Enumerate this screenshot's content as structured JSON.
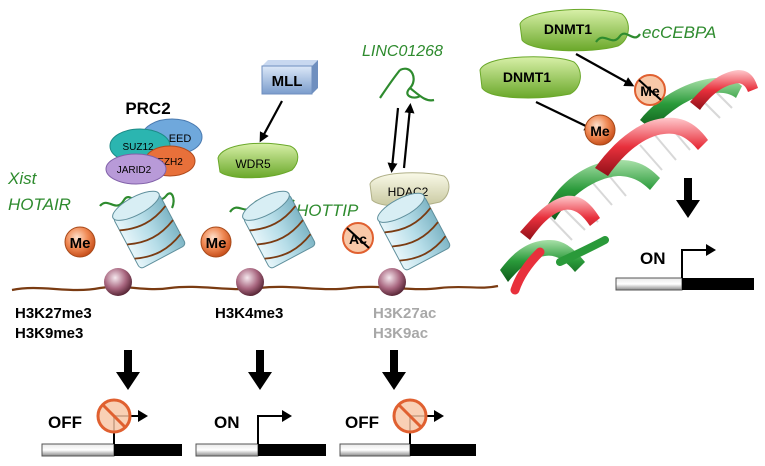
{
  "complexes": {
    "prc2": {
      "title": "PRC2",
      "subunits": [
        "EED",
        "SUZ12",
        "EZH2",
        "JARID2"
      ],
      "rnas": [
        "Xist",
        "HOTAIR"
      ],
      "marks": [
        "H3K27me3",
        "H3K9me3"
      ],
      "mark_badge": "Me",
      "state": "OFF"
    },
    "mll": {
      "title": "MLL",
      "subunit": "WDR5",
      "rna": "HOTTIP",
      "marks": [
        "H3K4me3"
      ],
      "mark_badge": "Me",
      "state": "ON"
    },
    "hdac": {
      "rna": "LINC01268",
      "subunit": "HDAC2",
      "marks": [
        "H3K27ac",
        "H3K9ac"
      ],
      "mark_badge": "Ac",
      "state": "OFF"
    },
    "dnmt": {
      "enzymes": [
        "DNMT1",
        "DNMT1"
      ],
      "rna": "ecCEBPA",
      "blocked_badge": "Me",
      "mark_badge": "Me",
      "state": "ON"
    }
  },
  "colors": {
    "rna_green": "#2e8b2e",
    "chromatin": "#7a3b12",
    "me_orange": "#e8703a",
    "dna_green": "#1e8a2a",
    "dna_red": "#e02030",
    "enzyme_green": "#9acd4a",
    "mll_blue": "#9ab8e0",
    "hdac_cream": "#e8e8c8",
    "histone_blue": "#bfe4ee",
    "grey_mark": "#a8a8a8"
  },
  "icons": [
    "nucleosome-icon",
    "arrow-down-icon",
    "promoter-arrow-icon",
    "prohibited-icon"
  ]
}
